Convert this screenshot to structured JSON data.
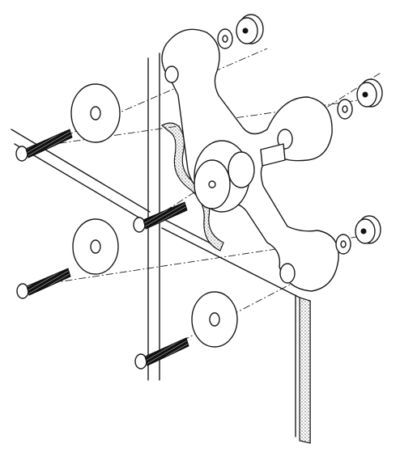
{
  "diagram": {
    "description_visible_text": "",
    "colors": {
      "ink": "#1a1a1a",
      "paper": "#ffffff"
    },
    "parts": {
      "spider_fitting": "four-arm-spider-bracket",
      "bolts": [
        "countersunk-bolt",
        "countersunk-bolt",
        "countersunk-bolt",
        "countersunk-bolt"
      ],
      "washers": [
        "disc-washer",
        "disc-washer",
        "disc-washer",
        "disc-washer"
      ],
      "nuts": [
        "cap-nut",
        "cap-nut",
        "cap-nut"
      ],
      "glass_panels": [
        "glass-panel",
        "glass-panel",
        "glass-panel",
        "glass-panel"
      ]
    }
  }
}
